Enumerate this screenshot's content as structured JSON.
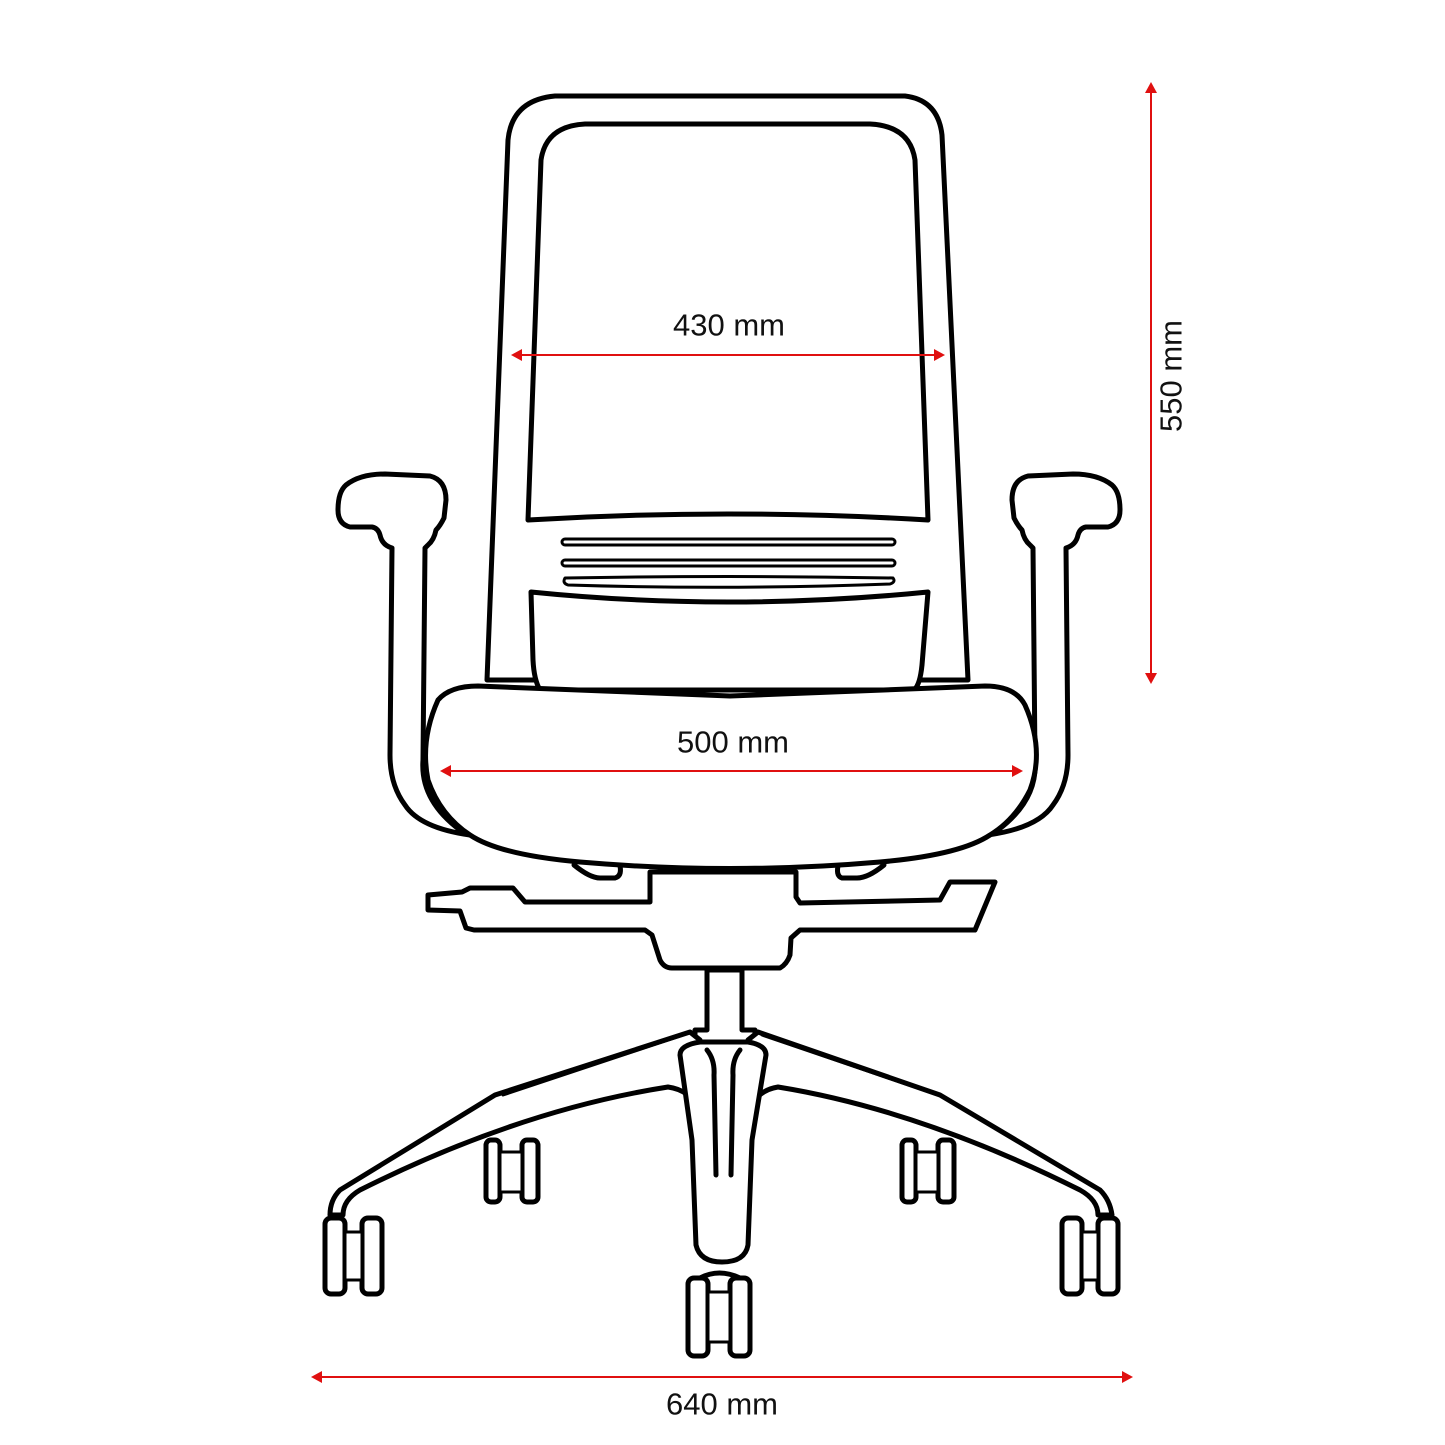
{
  "diagram": {
    "subject": "office chair front view dimension drawing",
    "colors": {
      "line": "#000000",
      "dimension": "#e01010",
      "text": "#111111",
      "background": "#ffffff"
    }
  },
  "dimensions": {
    "backrest_width": {
      "label": "430 mm",
      "value": 430,
      "unit": "mm",
      "orientation": "horizontal"
    },
    "backrest_height": {
      "label": "550 mm",
      "value": 550,
      "unit": "mm",
      "orientation": "vertical"
    },
    "seat_width": {
      "label": "500 mm",
      "value": 500,
      "unit": "mm",
      "orientation": "horizontal"
    },
    "base_width": {
      "label": "640 mm",
      "value": 640,
      "unit": "mm",
      "orientation": "horizontal"
    }
  },
  "parts": [
    "backrest-frame",
    "backrest-mesh-panel",
    "lumbar-slats",
    "lumbar-panel",
    "left-armrest",
    "right-armrest",
    "seat-cushion",
    "seat-mechanism",
    "adjustment-lever",
    "gas-cylinder",
    "five-star-base",
    "casters"
  ]
}
